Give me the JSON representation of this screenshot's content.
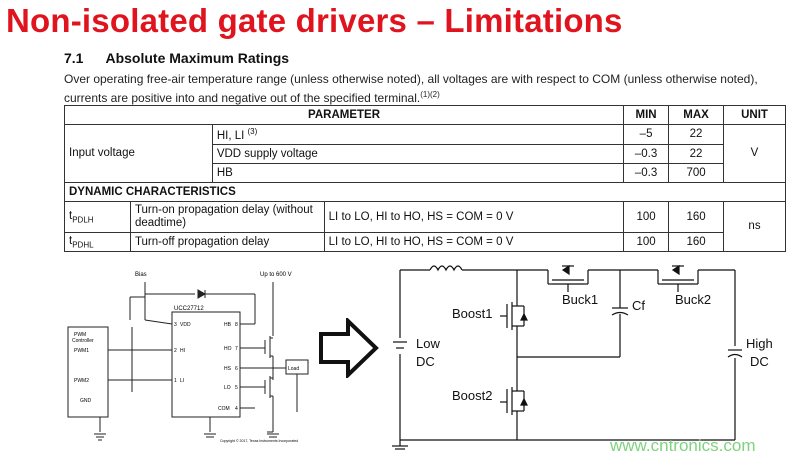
{
  "slide_title": "Non-isolated gate drivers – Limitations",
  "section_number": "7.1",
  "section_title": "Absolute Maximum Ratings",
  "description": "Over operating free-air temperature range (unless otherwise noted), all voltages are with respect to COM (unless otherwise noted), currents are positive into and negative out of the specified terminal.",
  "description_note": "(1)(2)",
  "table": {
    "headers": {
      "parameter": "PARAMETER",
      "min": "MIN",
      "max": "MAX",
      "unit": "UNIT"
    },
    "input_group_label": "Input voltage",
    "input_unit": "V",
    "input_rows": [
      {
        "name": "HI, LI",
        "note": "(3)",
        "min": "–5",
        "max": "22"
      },
      {
        "name": "VDD supply voltage",
        "note": "",
        "min": "–0.3",
        "max": "22"
      },
      {
        "name": "HB",
        "note": "",
        "min": "–0.3",
        "max": "700"
      }
    ],
    "dynamic_label": "DYNAMIC CHARACTERISTICS",
    "dynamic_unit": "ns",
    "dynamic_rows": [
      {
        "symbol": "t",
        "symbol_sub": "PDLH",
        "desc": "Turn-on propagation delay (without deadtime)",
        "cond": "LI to LO, HI to HO, HS = COM = 0 V",
        "min": "100",
        "max": "160"
      },
      {
        "symbol": "t",
        "symbol_sub": "PDHL",
        "desc": "Turn-off propagation delay",
        "cond": "LI to LO, HI to HO, HS = COM = 0 V",
        "min": "100",
        "max": "160"
      }
    ]
  },
  "schematic_left": {
    "bias": "Bias",
    "up_to": "Up to 600 V",
    "chip": "UCC27712",
    "controller_line1": "PWM",
    "controller_line2": "Controller",
    "pwm1": "PWM1",
    "pwm2": "PWM2",
    "gnd": "GND",
    "pins": [
      "VDD",
      "HI",
      "LI",
      "HB",
      "HO",
      "HS",
      "LO",
      "COM"
    ],
    "pin_numbers": [
      "3",
      "2",
      "1",
      "8",
      "7",
      "6",
      "5",
      "4"
    ],
    "load": "Load",
    "copyright": "Copyright © 2017, Texas Instruments Incorporated"
  },
  "schematic_right": {
    "boost1": "Boost1",
    "boost2": "Boost2",
    "buck1": "Buck1",
    "buck2": "Buck2",
    "cf": "Cf",
    "low": "Low",
    "low_dc": "DC",
    "high": "High",
    "high_dc": "DC"
  },
  "watermark": "www.cntronics.com",
  "colors": {
    "title": "#e0141e",
    "watermark": "#7fd27f"
  }
}
